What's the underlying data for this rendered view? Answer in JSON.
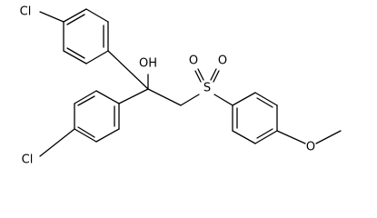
{
  "structure": {
    "atoms": {
      "cl_top": "Cl",
      "cl_bottom": "Cl",
      "hydroxyl": "OH",
      "sulfur": "S",
      "sulfonyl_o_left": "O",
      "sulfonyl_o_right": "O",
      "methoxy_o": "O"
    },
    "colors": {
      "bond": "#000000",
      "label": "#000000",
      "background": "#ffffff"
    }
  }
}
